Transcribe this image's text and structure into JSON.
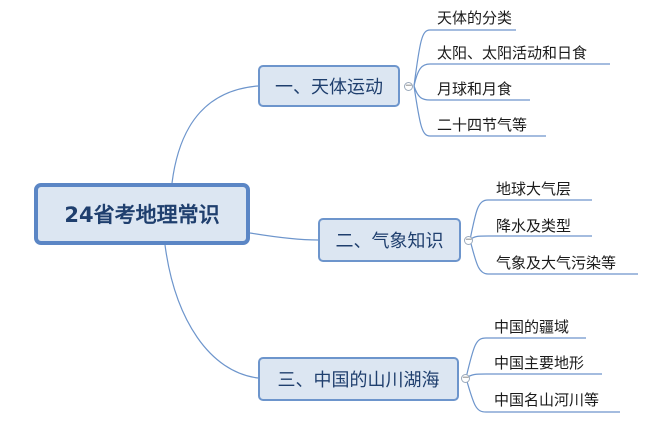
{
  "root": {
    "label": "24省考地理常识"
  },
  "branches": [
    {
      "label": "一、天体运动",
      "collapse_symbol": "−",
      "children": [
        "天体的分类",
        "太阳、太阳活动和日食",
        "月球和月食",
        "二十四节气等"
      ]
    },
    {
      "label": "二、气象知识",
      "collapse_symbol": "−",
      "children": [
        "地球大气层",
        "降水及类型",
        "气象及大气污染等"
      ]
    },
    {
      "label": "三、中国的山川湖海",
      "collapse_symbol": "−",
      "children": [
        "中国的疆域",
        "中国主要地形",
        "中国名山河川等"
      ]
    }
  ],
  "colors": {
    "connector": "#6d95cc",
    "root_border": "#5b86c5",
    "box_fill": "#dce6f2",
    "text": "#1f3f6e"
  }
}
